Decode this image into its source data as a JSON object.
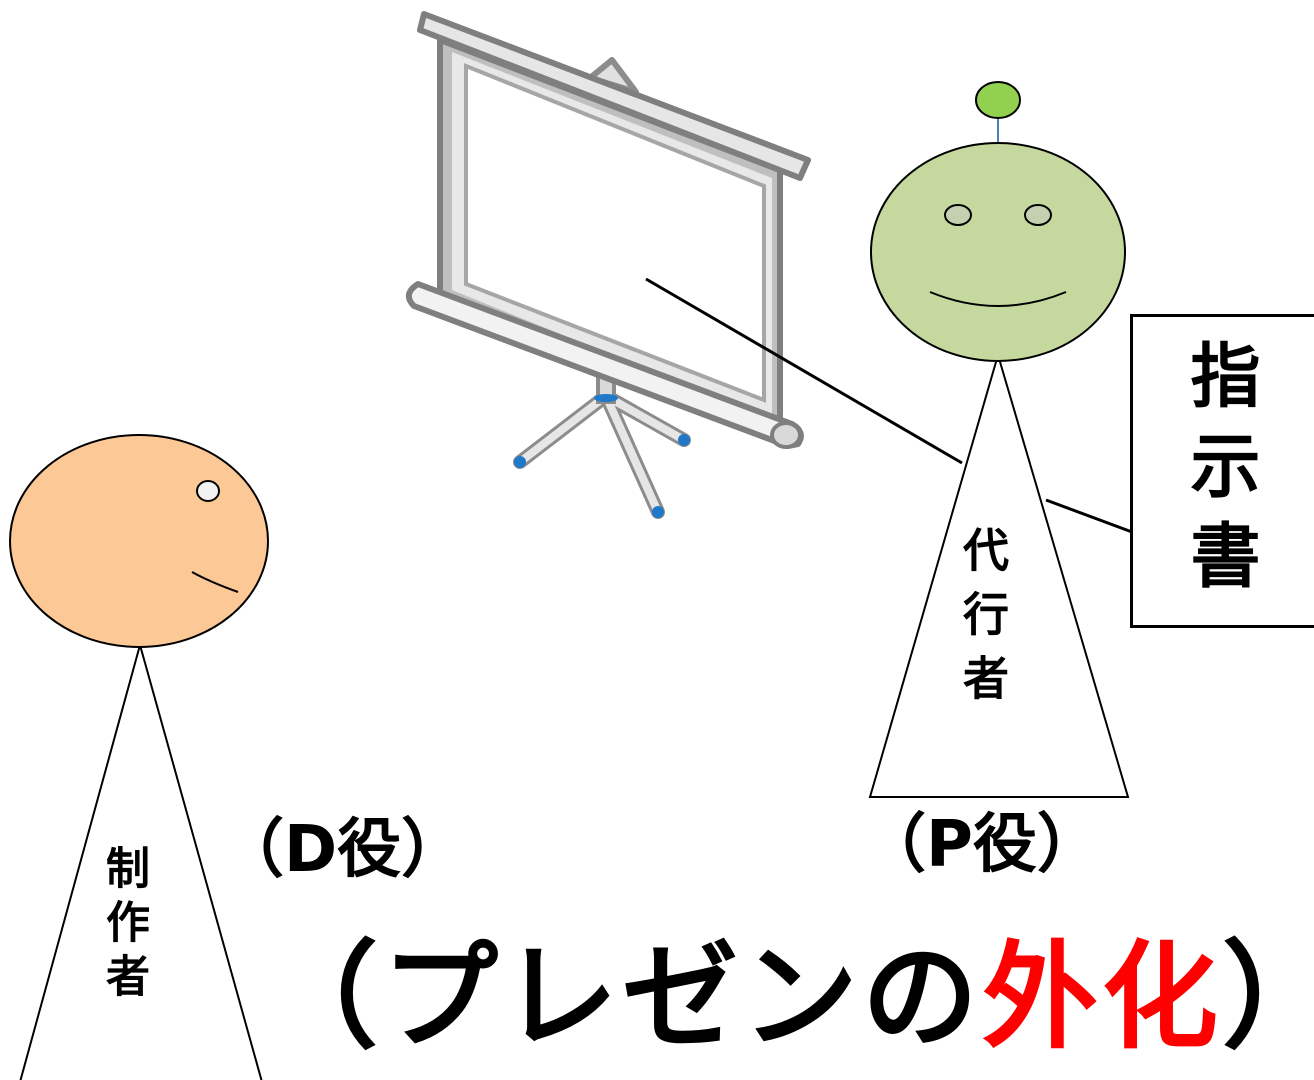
{
  "labels": {
    "producer": "制作者",
    "agent": "代行者",
    "instructions": "指示書",
    "d_role": "（D役）",
    "p_role": "（P役）"
  },
  "caption": {
    "prefix": "（プレゼンの",
    "highlight": "外化",
    "suffix": "）"
  },
  "colors": {
    "producer_head": "#FCC896",
    "agent_head": "#C5D89E",
    "antenna_ball": "#92D050",
    "highlight": "#FF0000",
    "screen_frame": "#BFBFBF",
    "tripod_foot": "#0070C0"
  },
  "icons": {
    "screen": "projector-screen-icon"
  }
}
